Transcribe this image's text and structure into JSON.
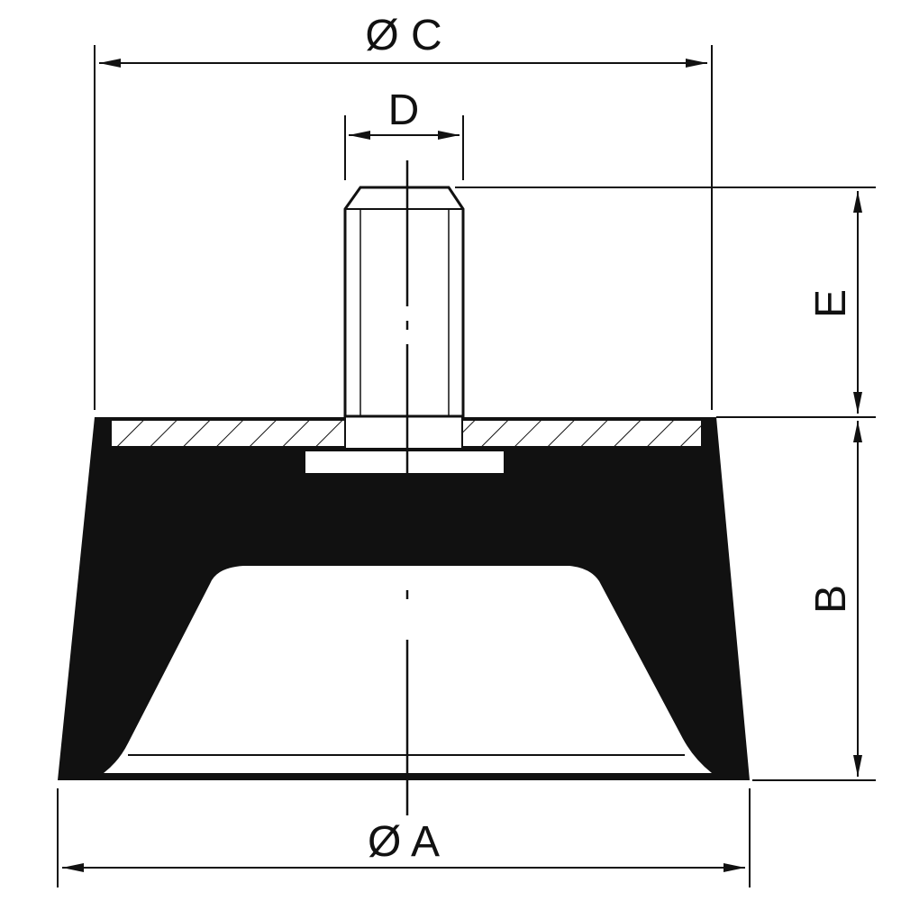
{
  "labels": {
    "diameter_c": "Ø C",
    "d": "D",
    "e": "E",
    "b": "B",
    "diameter_a": "Ø A"
  },
  "colors": {
    "ink": "#111111",
    "paper": "#ffffff"
  }
}
